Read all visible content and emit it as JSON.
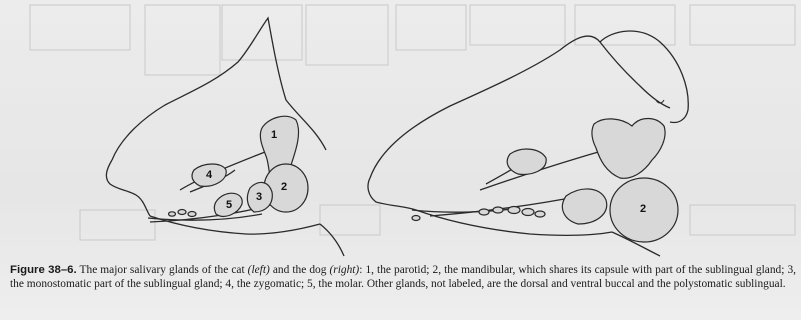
{
  "figure": {
    "left_labels": [
      "1",
      "2",
      "3",
      "4",
      "5"
    ],
    "right_labels": [
      "2"
    ]
  },
  "caption": {
    "label": "Figure 38–6.",
    "text_1": " The major salivary glands of the cat ",
    "left_word": "(left)",
    "text_2": " and the dog ",
    "right_word": "(right)",
    "text_3": ": 1, the parotid; 2, the mandibular, which shares its capsule with part of the sublingual gland; 3, the monostomatic part of the sublingual gland; 4, the zygomatic; 5, the molar. Other glands, not labeled, are the dorsal and ventral buccal and the polystomatic sublingual."
  }
}
